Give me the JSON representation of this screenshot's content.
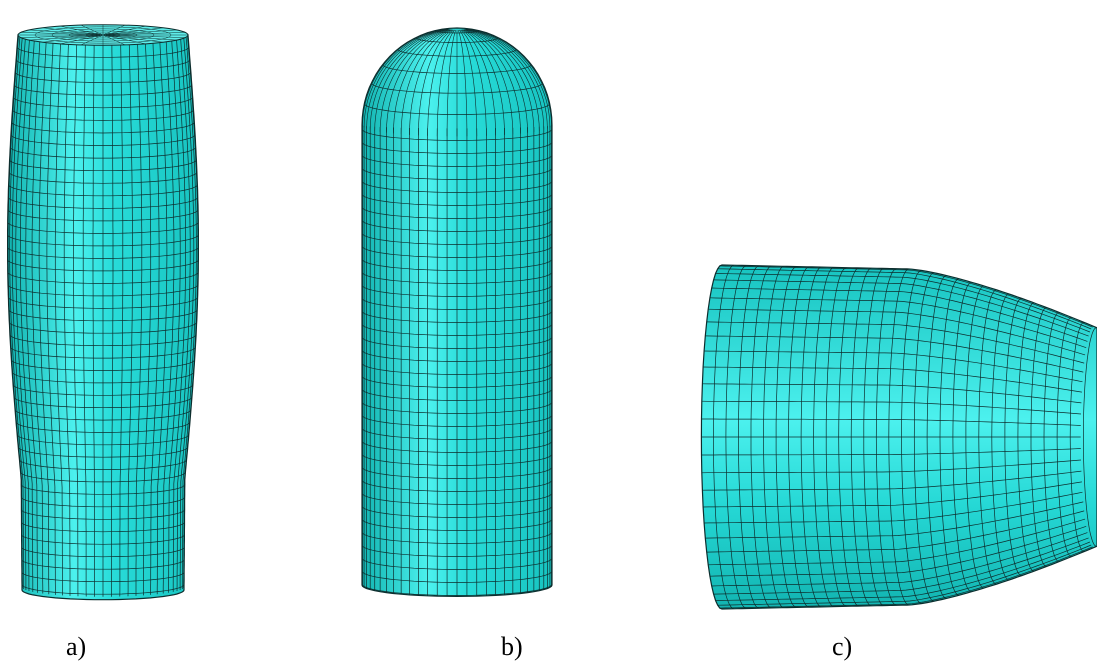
{
  "figure": {
    "colors": {
      "mesh_fill": "#22d6d3",
      "mesh_highlight": "#6ff4f0",
      "mesh_shadow": "#0fa9a6",
      "mesh_line": "#0d2e2e",
      "background": "#ffffff"
    },
    "panels": [
      {
        "id": "a",
        "caption": "a)",
        "shape": "bulged cylinder with flat top"
      },
      {
        "id": "b",
        "caption": "b)",
        "shape": "cylinder with hemispherical top"
      },
      {
        "id": "c",
        "caption": "c)",
        "shape": "cylinder tapering to a narrower end, lying horizontally"
      }
    ]
  }
}
